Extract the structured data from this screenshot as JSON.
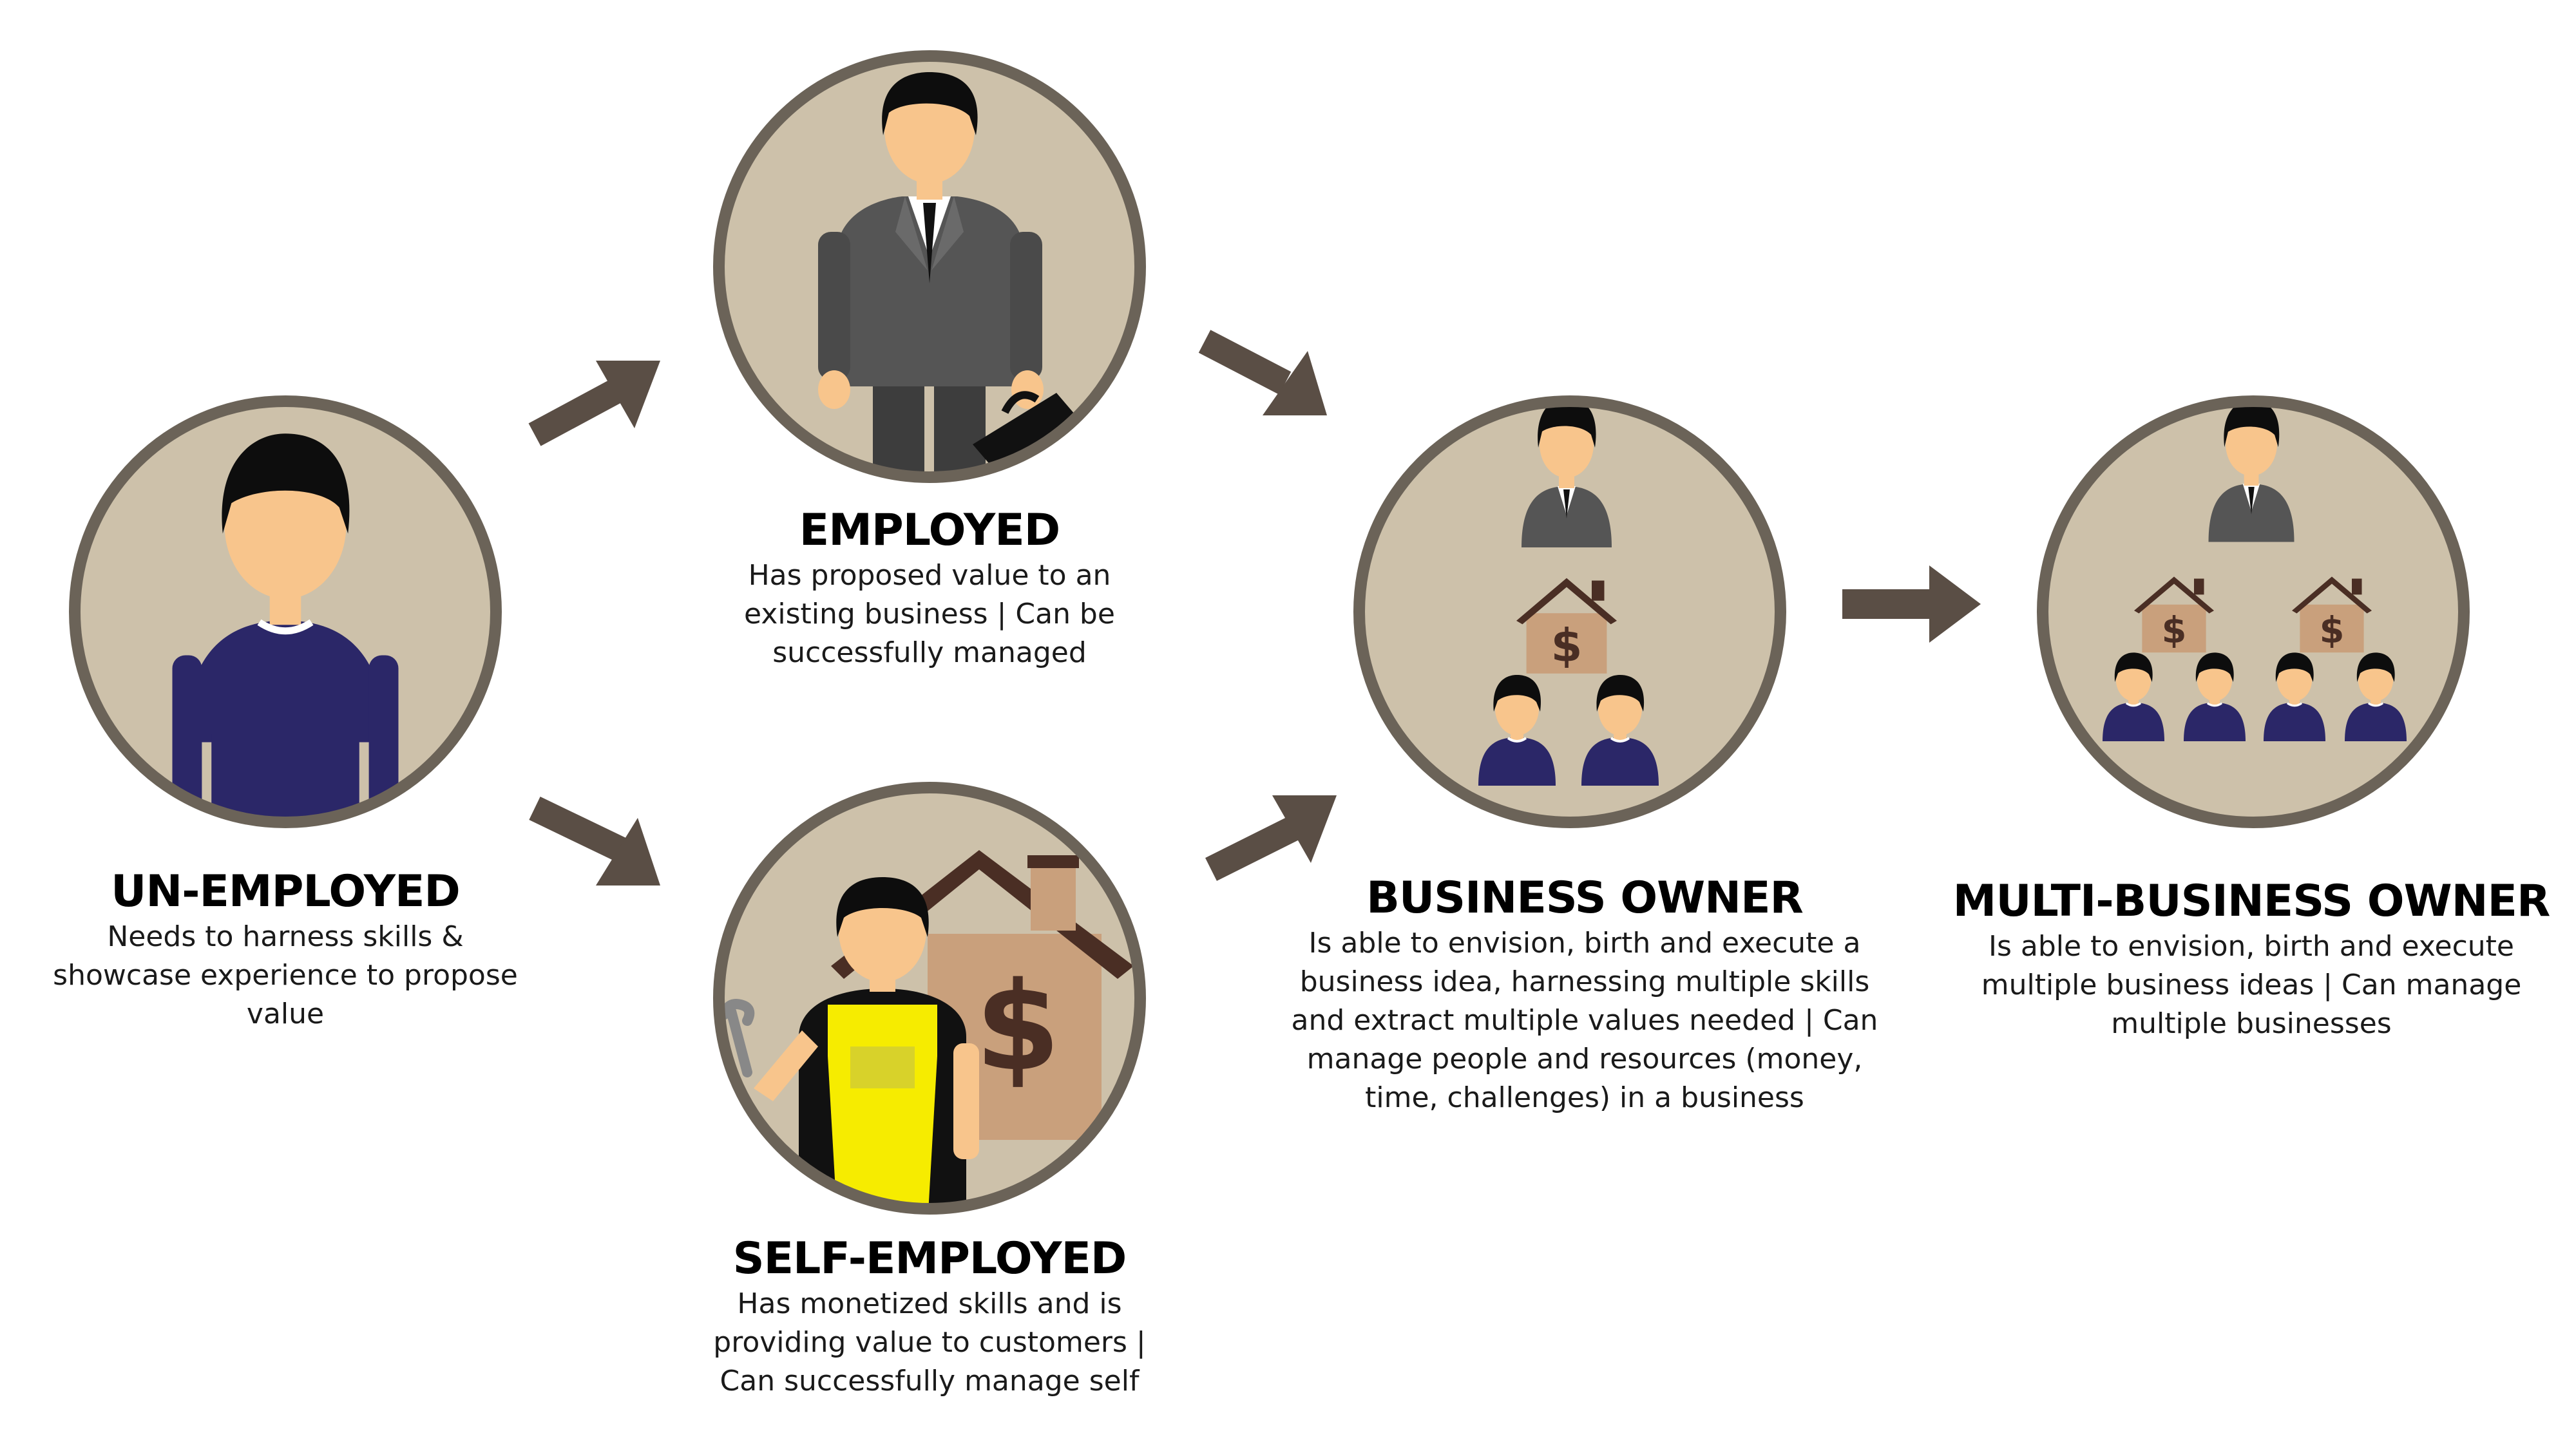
{
  "colors": {
    "circle_fill": "#cdc1aa",
    "circle_ring": "#6b6358",
    "arrow": "#5a4e45",
    "skin": "#f8c58c",
    "hair": "#0d0d0d",
    "sweater": "#2b2768",
    "suit": "#555555",
    "house": "#c9a07c",
    "roof": "#4a2e24",
    "apron": "#f6ec00"
  },
  "stages": {
    "unemployed": {
      "title": "UN-EMPLOYED",
      "description": "Needs to harness skills & showcase experience to propose value",
      "icon": "casual-person-icon"
    },
    "employed": {
      "title": "EMPLOYED",
      "description": "Has proposed value to an existing business | Can be successfully managed",
      "icon": "businessman-with-briefcase-icon"
    },
    "self_employed": {
      "title": "SELF-EMPLOYED",
      "description": "Has monetized skills and is providing value to customers | Can successfully manage self",
      "icon": "worker-with-wrench-icon"
    },
    "business_owner": {
      "title": "BUSINESS OWNER",
      "description": "Is able to envision, birth and execute a business idea, harnessing multiple skills and extract multiple values needed | Can manage people and resources (money, time, challenges) in a business",
      "icon": "owner-house-employees-icon"
    },
    "multi_business_owner": {
      "title": "MULTI-BUSINESS OWNER",
      "description": "Is able to envision, birth and execute multiple business ideas | Can manage multiple businesses",
      "icon": "owner-two-houses-employees-icon"
    }
  },
  "house_symbol": "$"
}
